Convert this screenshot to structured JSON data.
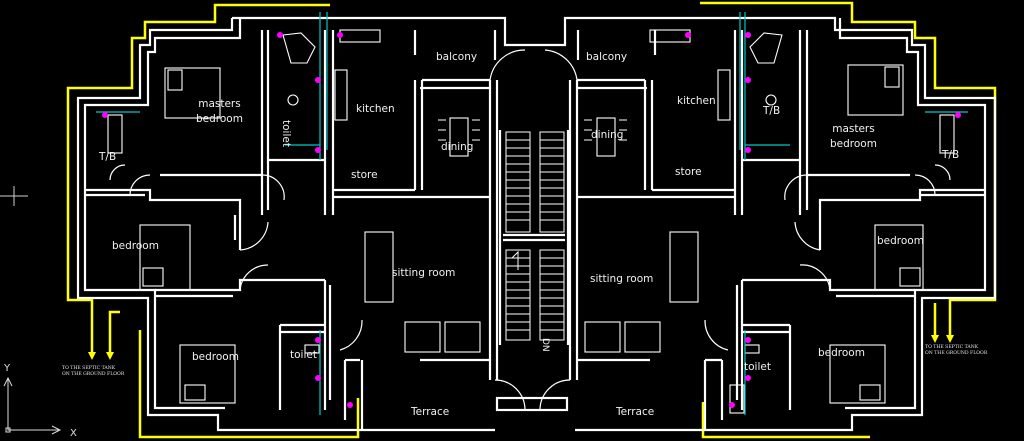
{
  "rooms": {
    "balcony_left": "balcony",
    "balcony_right": "balcony",
    "masters_left": "masters\nbedroom",
    "masters_right": "masters\nbedroom",
    "kitchen_left": "kitchen",
    "kitchen_right": "kitchen",
    "dining_left": "dining",
    "dining_right": "dining",
    "store_left": "store",
    "store_right": "store",
    "tb_left": "T/B",
    "tb_right": "T/B",
    "tb_small_right": "T/B",
    "toilet_rot_left": "toilet",
    "bedroom_left": "bedroom",
    "bedroom_right": "bedroom",
    "sitting_left": "sitting room",
    "sitting_right": "sitting room",
    "bedroom2_left": "bedroom",
    "bedroom2_right": "bedroom",
    "toilet_left": "toilet",
    "toilet_right": "toilet",
    "terrace_left": "Terrace",
    "terrace_right": "Terrace",
    "stair_mark": "DN"
  },
  "notes": {
    "septic_left": "TO THE SEPTIC TANK\nON THE GROUND FLOOR",
    "septic_right": "TO THE SEPTIC TANK\nON THE GROUND FLOOR"
  },
  "axis": {
    "y": "Y",
    "x": "X"
  },
  "colors": {
    "background": "#000000",
    "walls": "#ffffff",
    "plumbing": "#ffff00",
    "fixtures": "#ff00ff",
    "pipes": "#00c8c8"
  }
}
